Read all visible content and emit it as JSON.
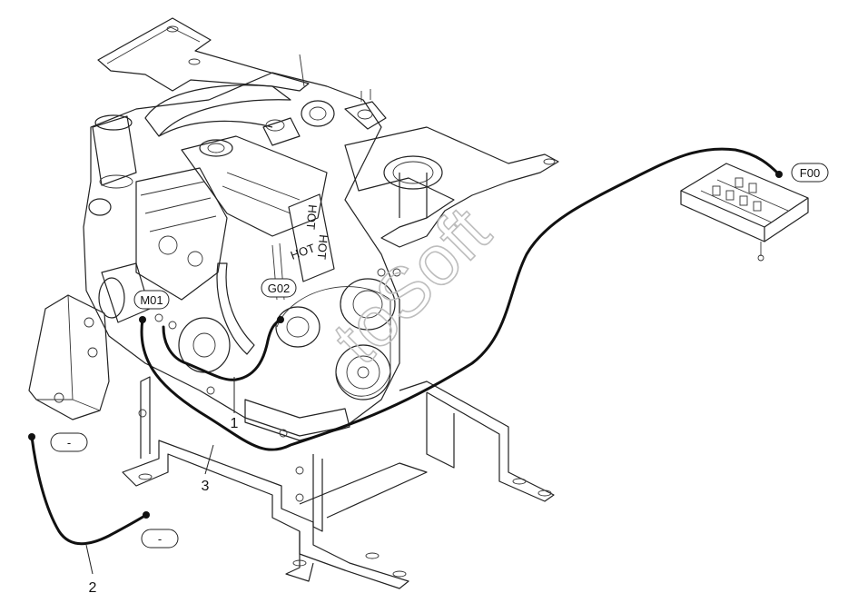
{
  "diagram": {
    "connector_tags": [
      {
        "id": "m01",
        "label": "M01"
      },
      {
        "id": "g02",
        "label": "G02"
      },
      {
        "id": "f00",
        "label": "F00"
      },
      {
        "id": "dash1",
        "label": "-"
      },
      {
        "id": "dash2",
        "label": "-"
      }
    ],
    "callouts": [
      {
        "id": "c1",
        "label": "1"
      },
      {
        "id": "c2",
        "label": "2"
      },
      {
        "id": "c3",
        "label": "3"
      }
    ],
    "warning_labels": [
      "HOT",
      "HOT",
      "HOT"
    ],
    "watermark": "toSoft",
    "colors": {
      "line": "#222222",
      "harness": "#111111",
      "watermark": "#bdbdbd"
    }
  }
}
